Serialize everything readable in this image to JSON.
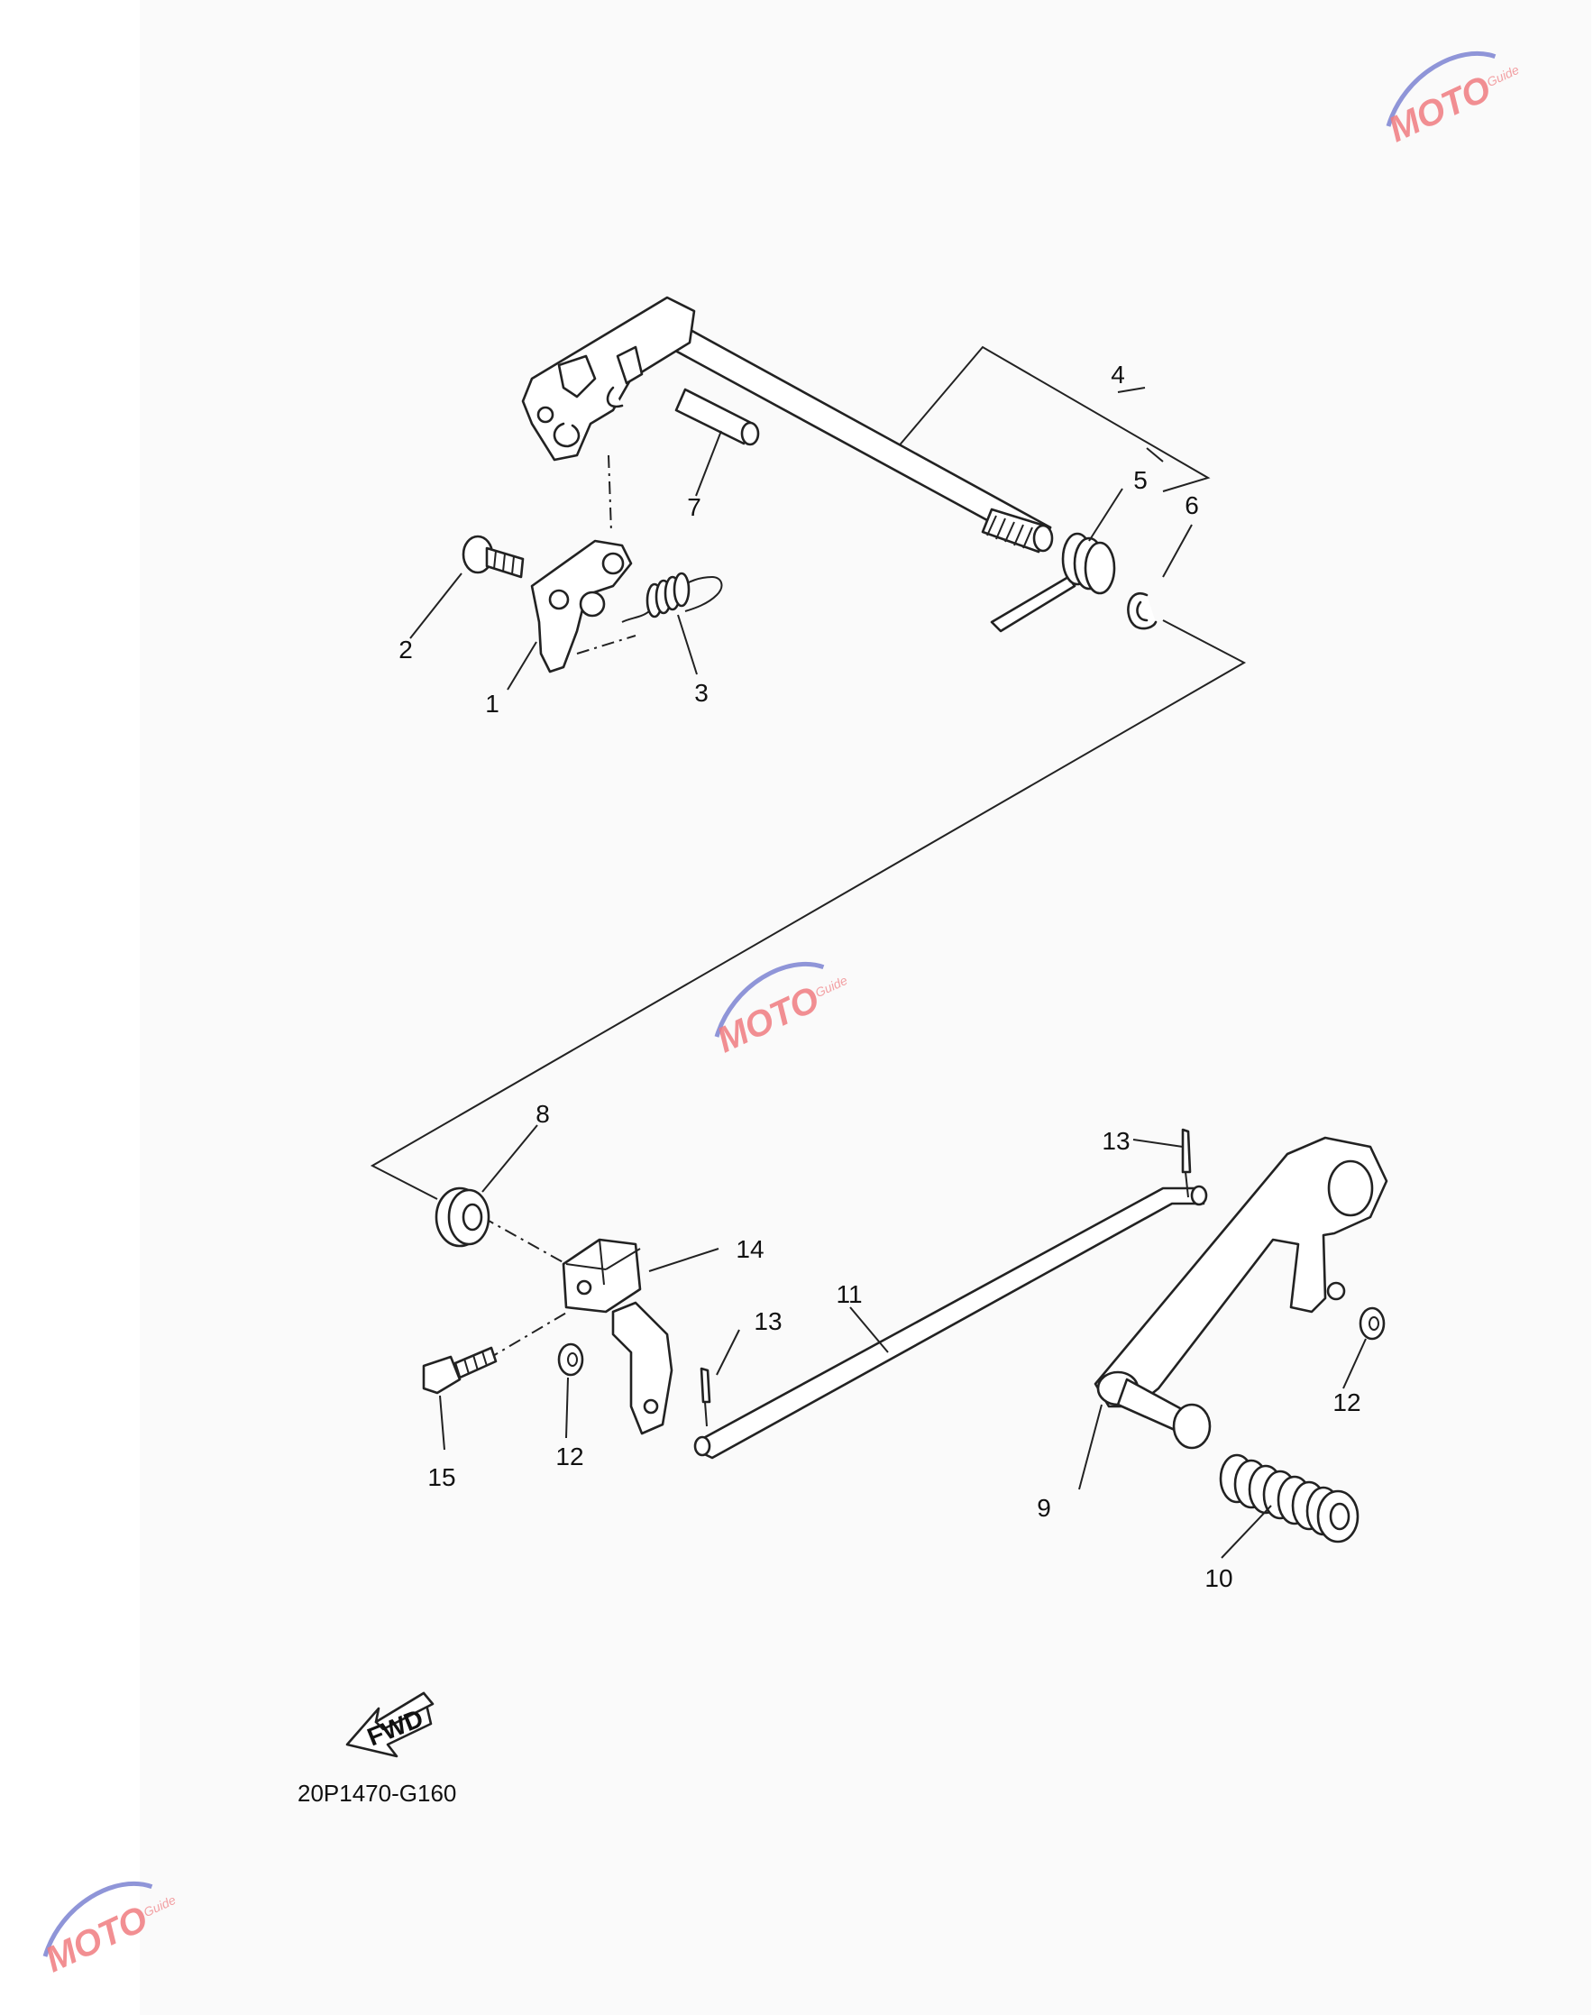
{
  "diagram": {
    "code": "20P1470-G160",
    "fwd_label": "FWD",
    "callouts": [
      "1",
      "2",
      "3",
      "4",
      "5",
      "6",
      "7",
      "8",
      "9",
      "10",
      "11",
      "12",
      "12",
      "13",
      "13",
      "14",
      "15"
    ]
  },
  "watermark": {
    "mark": "MOTO",
    "sub": "Guide",
    "colors": {
      "red": "#ee6f74",
      "blue": "#8f95d8"
    }
  }
}
